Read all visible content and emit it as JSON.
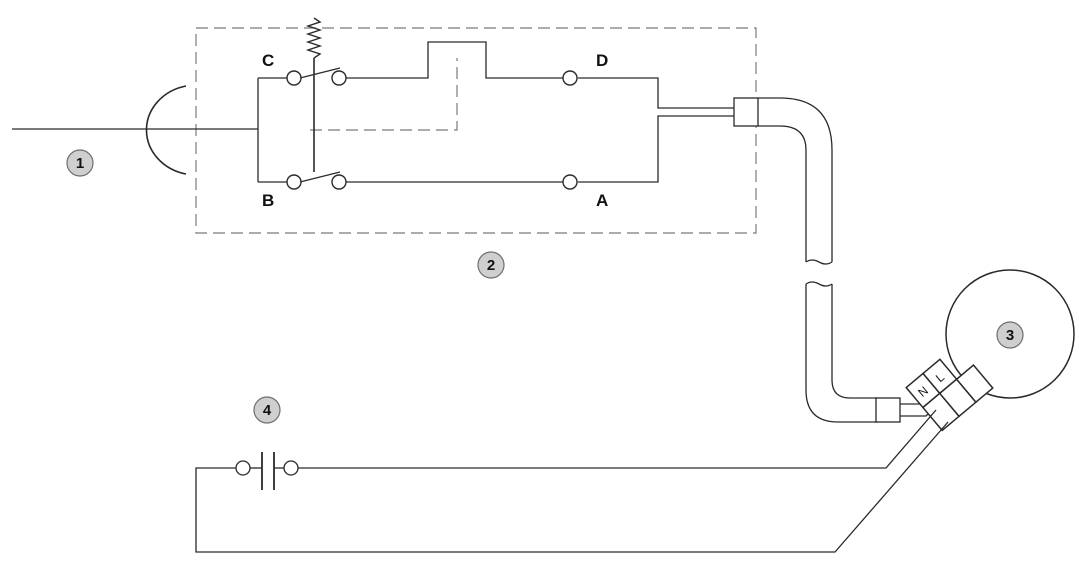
{
  "terminals": {
    "c": "C",
    "d": "D",
    "b": "B",
    "a": "A"
  },
  "badges": {
    "one": "1",
    "two": "2",
    "three": "3",
    "four": "4"
  },
  "plug": {
    "n": "N",
    "l": "L"
  },
  "colors": {
    "line": "#2a2a2a",
    "dashed": "#7a7a7a",
    "badge_fill": "#cfcfcf",
    "badge_stroke": "#6e6e6e"
  }
}
